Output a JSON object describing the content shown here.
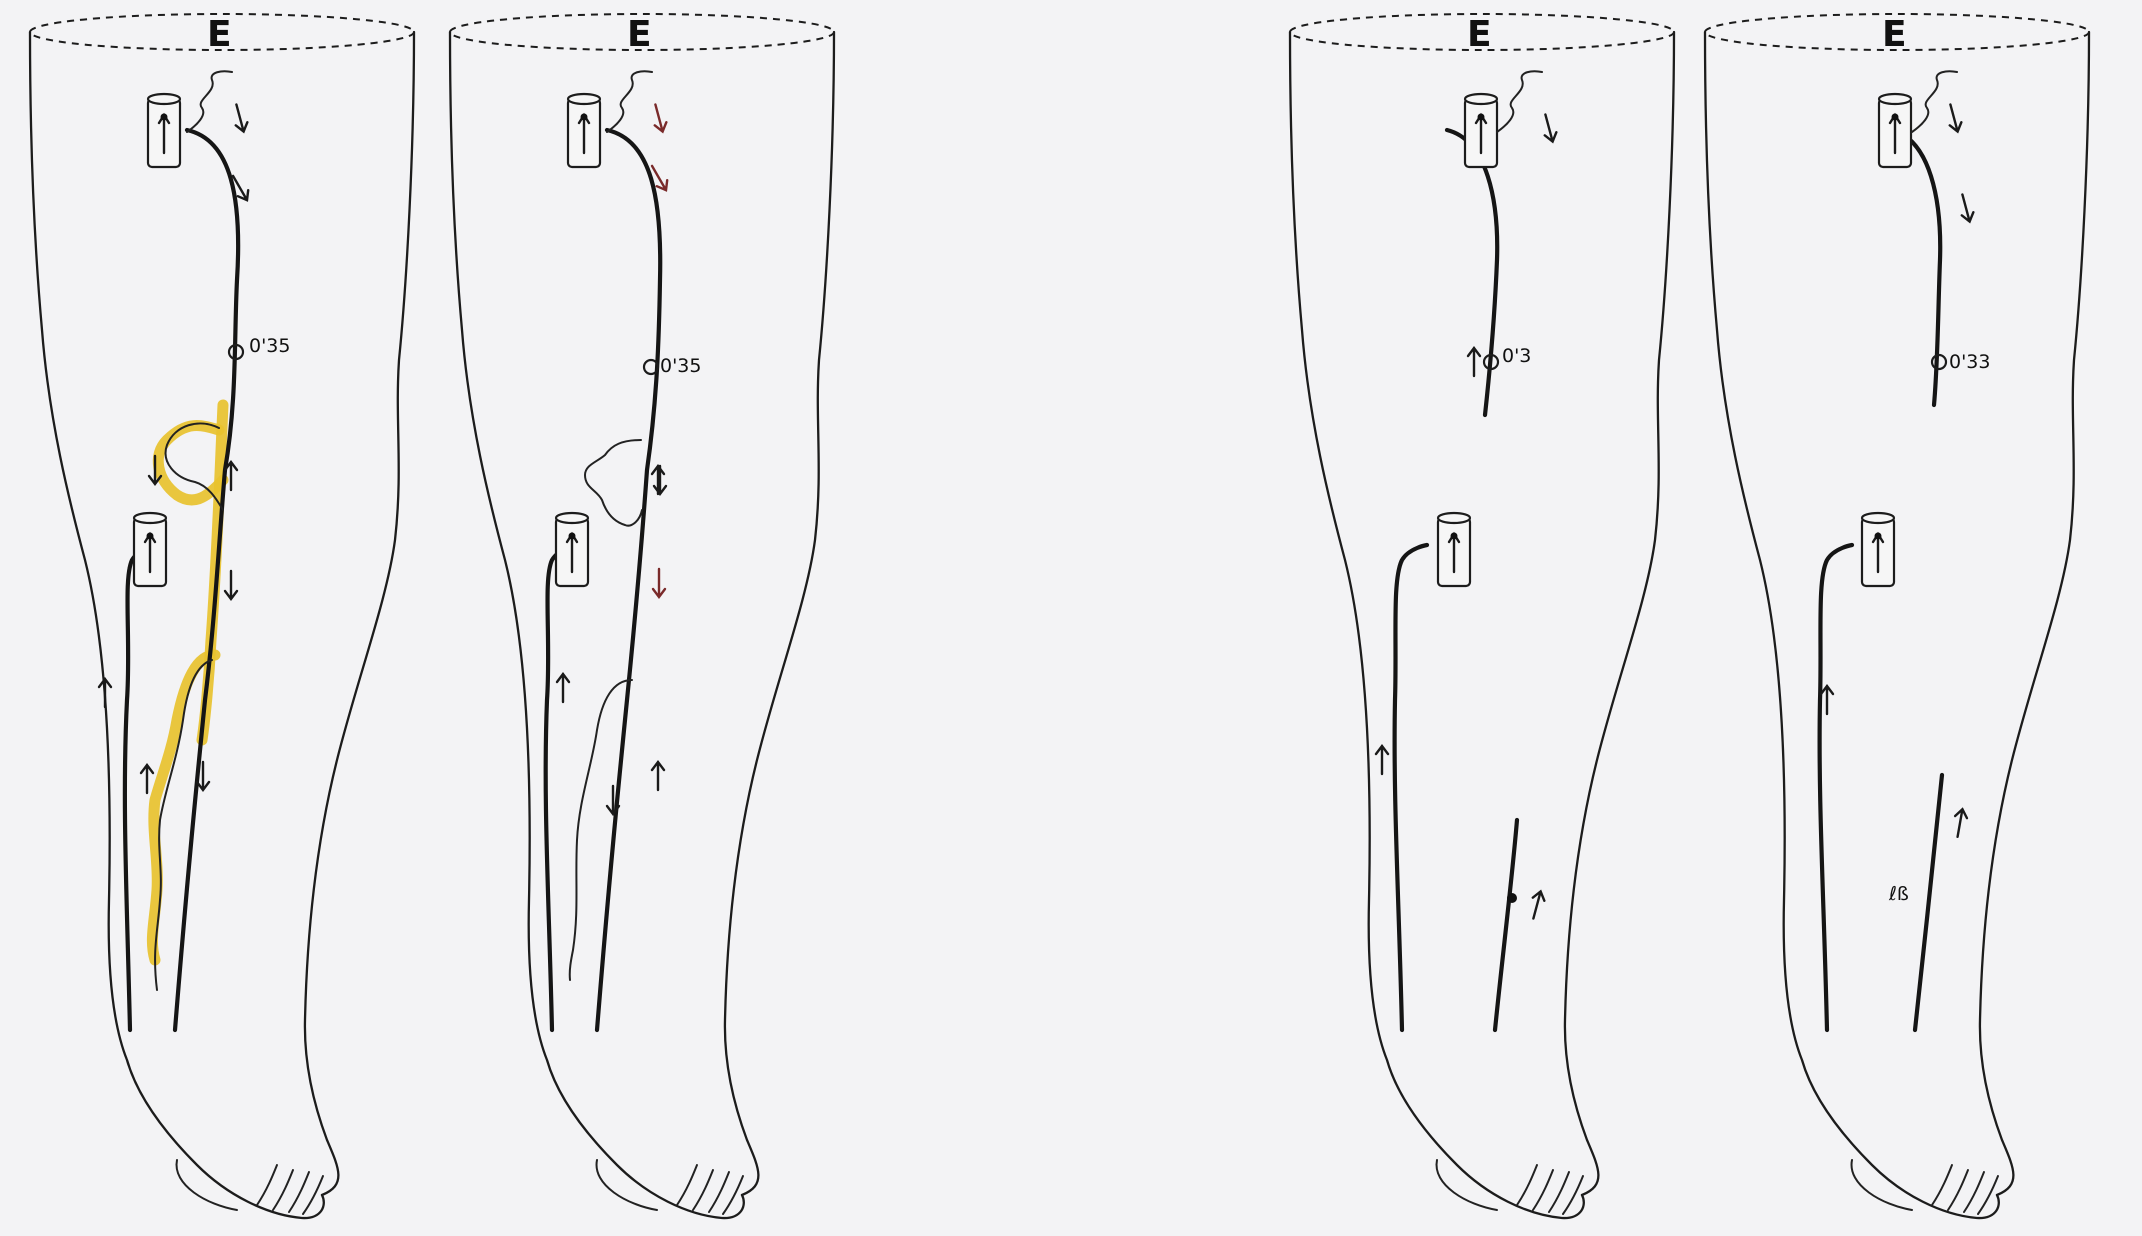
{
  "legs": [
    {
      "id": "leg-1",
      "side_label": "E",
      "measurement": "0'35",
      "highlighted": true,
      "annotation": ""
    },
    {
      "id": "leg-2",
      "side_label": "E",
      "measurement": "0'35",
      "highlighted": false,
      "annotation": ""
    },
    {
      "id": "leg-3",
      "side_label": "E",
      "measurement": "0'3",
      "highlighted": false,
      "annotation": ""
    },
    {
      "id": "leg-4",
      "side_label": "E",
      "measurement": "0'33",
      "highlighted": false,
      "annotation": "ℓß"
    }
  ],
  "colors": {
    "highlight": "#e8c22e",
    "ink": "#151515",
    "arrow_red": "#7a2a2a",
    "background": "#f3f3f5"
  },
  "icons": [
    "cylinder-icon",
    "up-arrow-icon",
    "down-arrow-icon",
    "ring-marker-icon"
  ]
}
